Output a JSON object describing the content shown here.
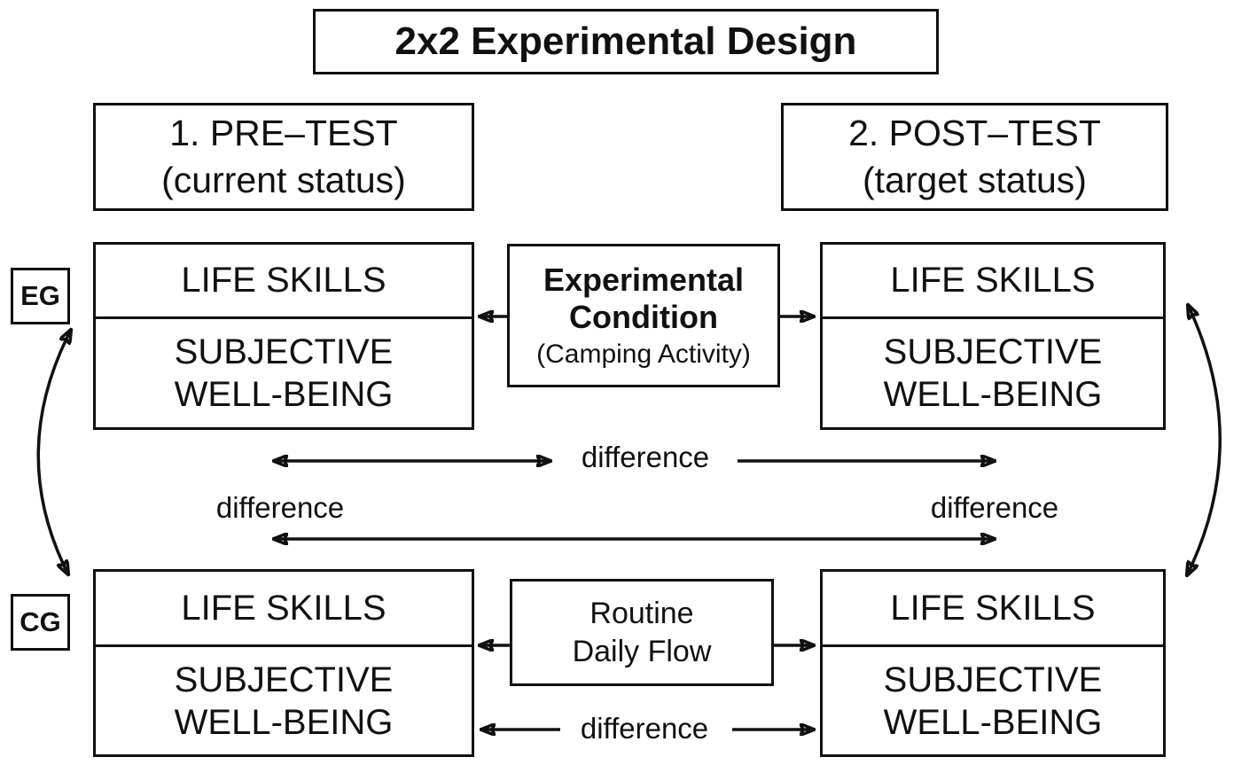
{
  "title": "2x2 Experimental Design",
  "columns": {
    "pre": {
      "line1": "1. PRE–TEST",
      "line2": "(current status)"
    },
    "post": {
      "line1": "2. POST–TEST",
      "line2": "(target status)"
    }
  },
  "groups": {
    "experimental": "EG",
    "control": "CG"
  },
  "cells": {
    "eg_pre": {
      "life_skills": "LIFE SKILLS",
      "well_being_line1": "SUBJECTIVE",
      "well_being_line2": "WELL-BEING"
    },
    "eg_post": {
      "life_skills": "LIFE SKILLS",
      "well_being_line1": "SUBJECTIVE",
      "well_being_line2": "WELL-BEING"
    },
    "cg_pre": {
      "life_skills": "LIFE SKILLS",
      "well_being_line1": "SUBJECTIVE",
      "well_being_line2": "WELL-BEING"
    },
    "cg_post": {
      "life_skills": "LIFE SKILLS",
      "well_being_line1": "SUBJECTIVE",
      "well_being_line2": "WELL-BEING"
    }
  },
  "conditions": {
    "experimental": {
      "line1": "Experimental",
      "line2": "Condition",
      "line3": "(Camping Activity)"
    },
    "control": {
      "line1": "Routine",
      "line2": "Daily Flow"
    }
  },
  "difference_labels": {
    "top": "difference",
    "mid_left": "difference",
    "mid_right": "difference",
    "bottom": "difference"
  },
  "colors": {
    "ink": "#111111",
    "background": "#ffffff"
  }
}
